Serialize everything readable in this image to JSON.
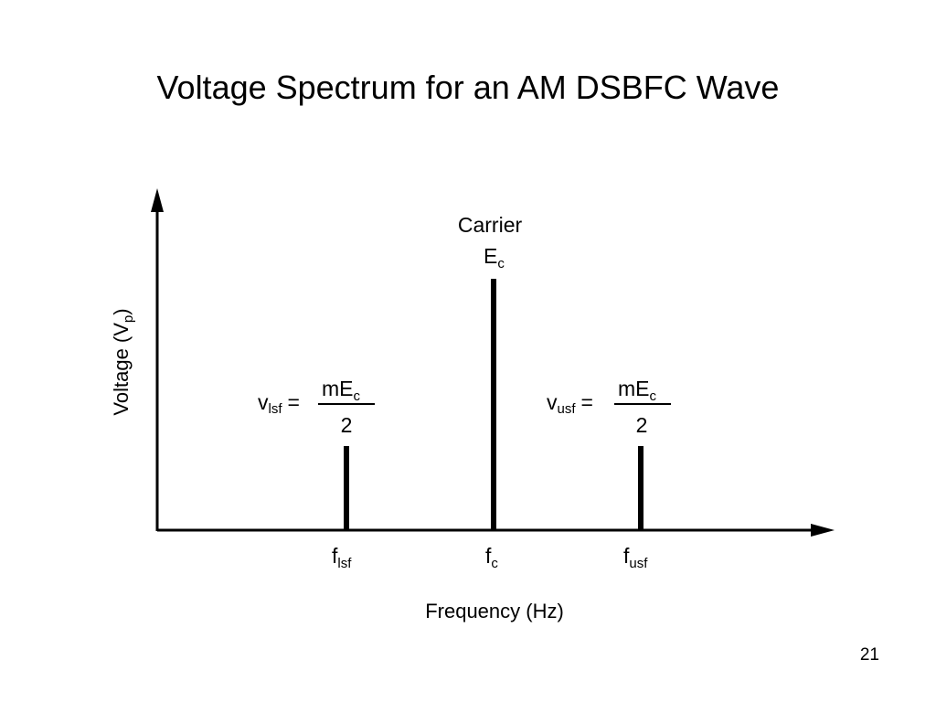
{
  "slide": {
    "title": "Voltage Spectrum for an AM DSBFC Wave",
    "page_number": "21"
  },
  "diagram": {
    "y_axis_label": "Voltage (V",
    "y_axis_label_sub": "p",
    "y_axis_label_close": ")",
    "x_axis_label": "Frequency (Hz)",
    "carrier": {
      "label": "Carrier",
      "amplitude_symbol": "E",
      "amplitude_sub": "c",
      "freq_symbol": "f",
      "freq_sub": "c"
    },
    "lower_sideband": {
      "voltage_symbol": "v",
      "voltage_sub": "lsf",
      "equals": "=",
      "numerator": "mE",
      "numerator_sub": "c",
      "denominator": "2",
      "freq_symbol": "f",
      "freq_sub": "lsf"
    },
    "upper_sideband": {
      "voltage_symbol": "v",
      "voltage_sub": "usf",
      "equals": "=",
      "numerator": "mE",
      "numerator_sub": "c",
      "denominator": "2",
      "freq_symbol": "f",
      "freq_sub": "usf"
    }
  }
}
